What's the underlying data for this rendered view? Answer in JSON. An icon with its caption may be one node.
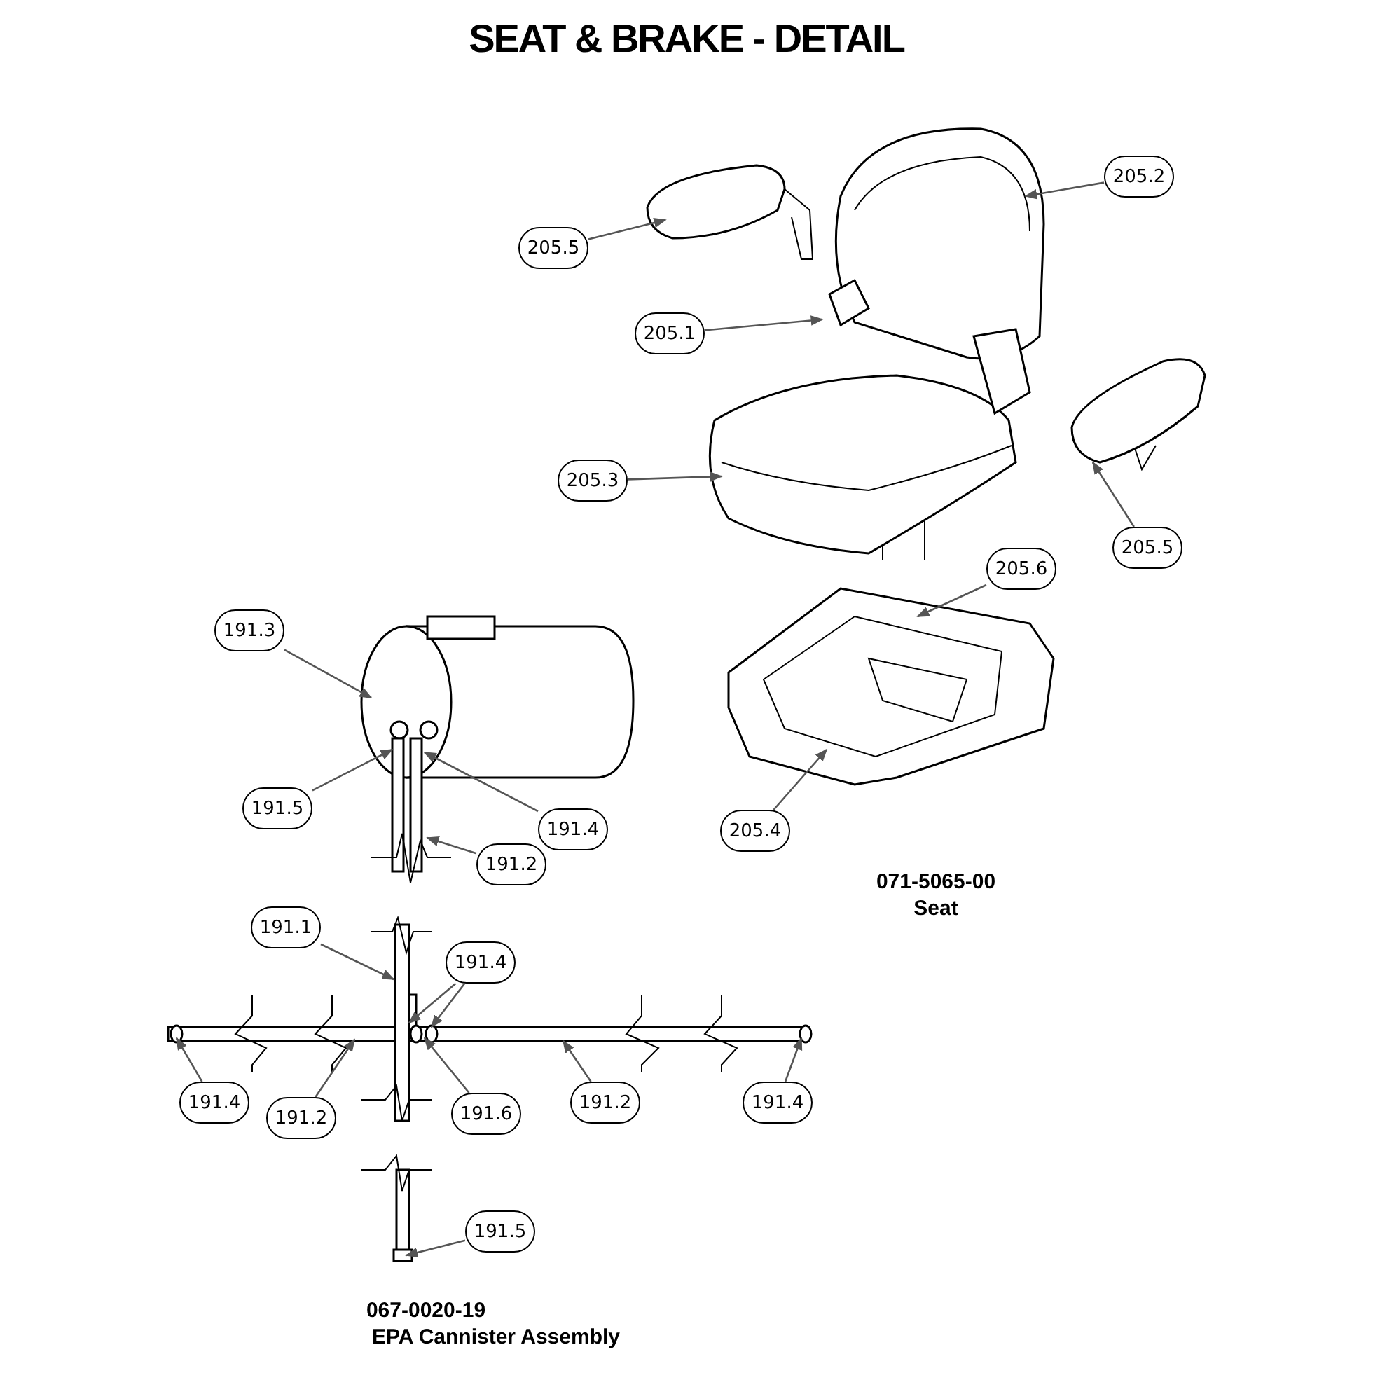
{
  "diagram": {
    "title": "SEAT & BRAKE - DETAIL",
    "nodes": [
      {
        "text": [
          "205.5"
        ]
      },
      {
        "text": [
          "205.2"
        ]
      },
      {
        "text": [
          "205.1"
        ]
      },
      {
        "text": [
          "205.3"
        ]
      },
      {
        "text": [
          "205.5"
        ]
      },
      {
        "text": [
          "205.6"
        ]
      },
      {
        "text": [
          "191.3"
        ]
      },
      {
        "text": [
          "191.5"
        ]
      },
      {
        "text": [
          "191.4"
        ]
      },
      {
        "text": [
          "191.2"
        ]
      },
      {
        "text": [
          "205.4"
        ]
      },
      {
        "text": [
          "191.1"
        ]
      },
      {
        "text": [
          "191.4"
        ]
      },
      {
        "text": [
          "191.4"
        ]
      },
      {
        "text": [
          "191.2"
        ]
      },
      {
        "text": [
          "191.6"
        ]
      },
      {
        "text": [
          "191.2"
        ]
      },
      {
        "text": [
          "191.4"
        ]
      },
      {
        "text": [
          "191.5"
        ]
      }
    ],
    "edges": [
      {
        "from": 0,
        "to": null,
        "arrow": "to"
      },
      {
        "from": 1,
        "to": null,
        "arrow": "to"
      },
      {
        "from": 2,
        "to": null,
        "arrow": "to"
      },
      {
        "from": 3,
        "to": null,
        "arrow": "to"
      },
      {
        "from": 4,
        "to": null,
        "arrow": "to"
      },
      {
        "from": 5,
        "to": null,
        "arrow": "to"
      },
      {
        "from": 6,
        "to": null,
        "arrow": "to"
      },
      {
        "from": 7,
        "to": null,
        "arrow": "to"
      },
      {
        "from": 8,
        "to": null,
        "arrow": "to"
      },
      {
        "from": 9,
        "to": null,
        "arrow": "to"
      },
      {
        "from": 10,
        "to": null,
        "arrow": "to"
      },
      {
        "from": 11,
        "to": null,
        "arrow": "to"
      },
      {
        "from": 12,
        "to": null,
        "arrow": "to"
      },
      {
        "from": 12,
        "to": null,
        "arrow": "to"
      },
      {
        "from": 13,
        "to": null,
        "arrow": "to"
      },
      {
        "from": 14,
        "to": null,
        "arrow": "to"
      },
      {
        "from": 15,
        "to": null,
        "arrow": "to"
      },
      {
        "from": 16,
        "to": null,
        "arrow": "to"
      },
      {
        "from": 17,
        "to": null,
        "arrow": "to"
      },
      {
        "from": 18,
        "to": null,
        "arrow": "to"
      }
    ],
    "labels": [
      "071-5065-00",
      "Seat",
      "067-0020-19",
      "EPA Cannister Assembly"
    ]
  }
}
